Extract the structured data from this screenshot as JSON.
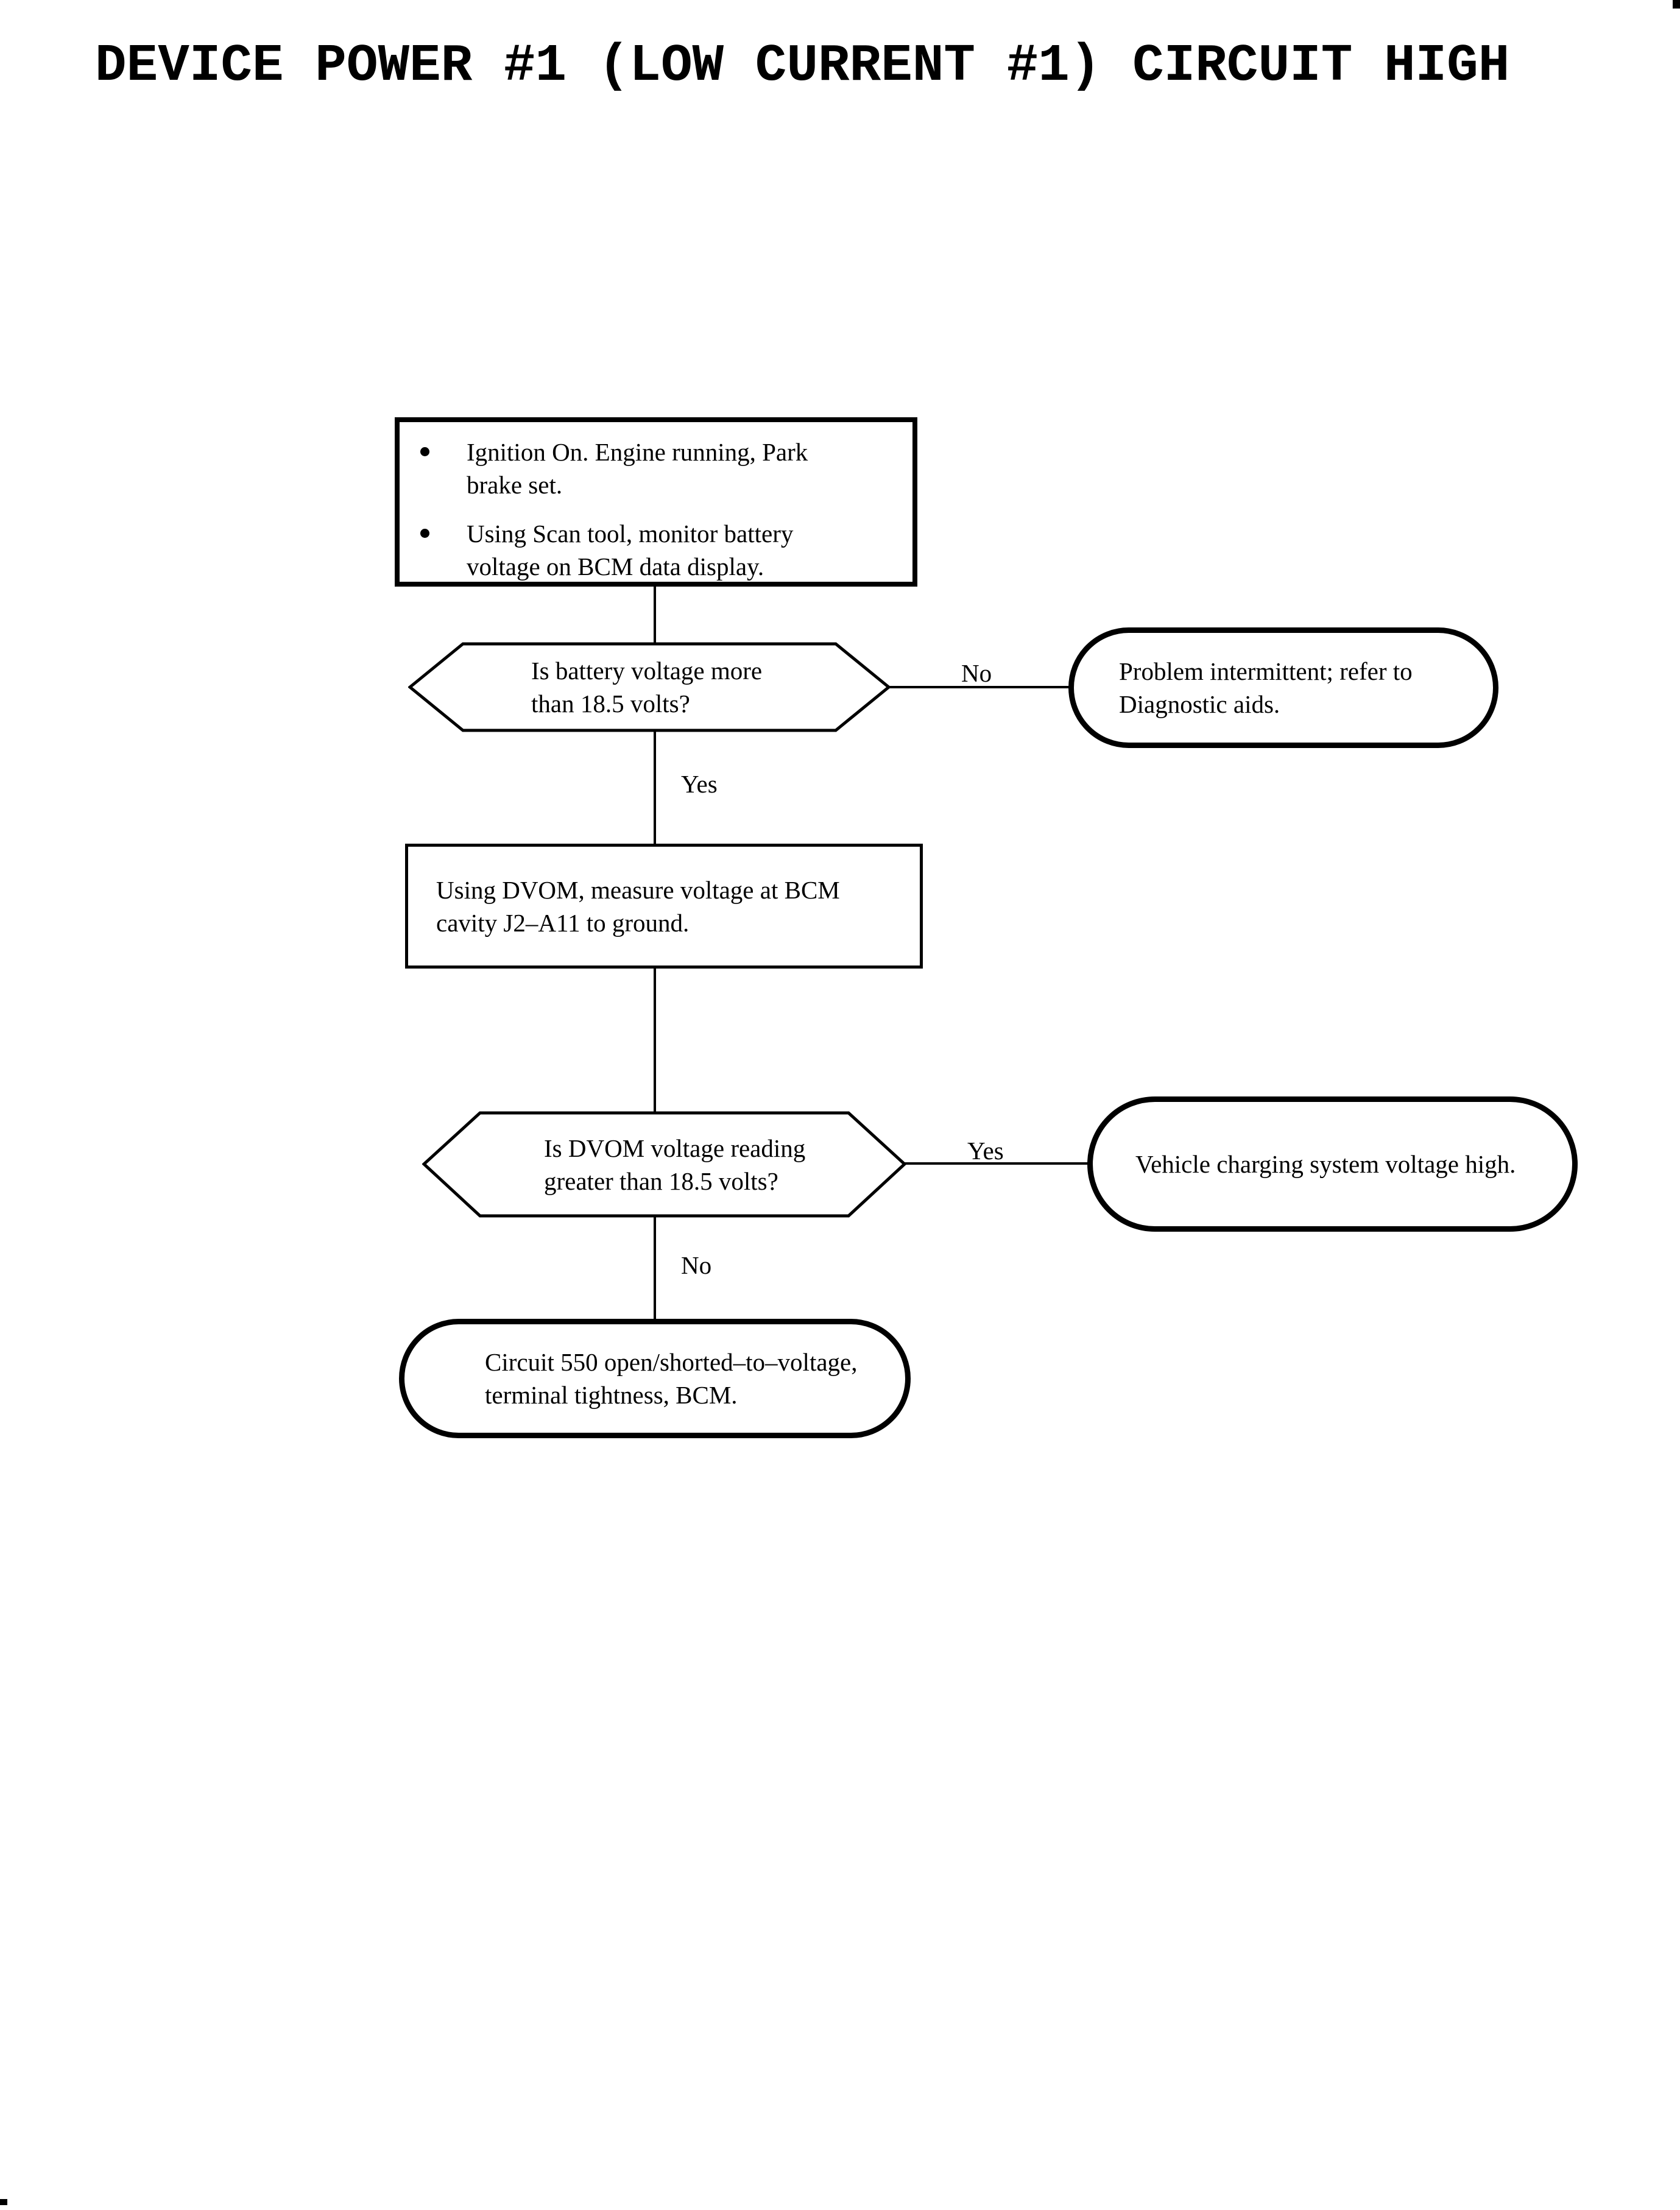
{
  "page": {
    "title": "DEVICE POWER #1 (LOW CURRENT #1) CIRCUIT HIGH"
  },
  "colors": {
    "ink": "#000000",
    "background": "#ffffff"
  },
  "flowchart": {
    "start_box": {
      "items": [
        {
          "lines": [
            "Ignition On. Engine running, Park",
            "brake set."
          ]
        },
        {
          "lines": [
            "Using Scan tool, monitor battery",
            "voltage on BCM data display."
          ]
        }
      ]
    },
    "decision_battery": {
      "lines": [
        "Is battery voltage more",
        "than 18.5 volts?"
      ],
      "no_label": "No",
      "yes_label": "Yes"
    },
    "terminal_intermittent": {
      "lines": [
        "Problem intermittent; refer to",
        "Diagnostic aids."
      ]
    },
    "action_measure": {
      "lines": [
        "Using DVOM, measure voltage at BCM",
        "cavity J2–A11 to ground."
      ]
    },
    "decision_dvom": {
      "lines": [
        "Is DVOM voltage reading",
        "greater than 18.5 volts?"
      ],
      "yes_label": "Yes",
      "no_label": "No"
    },
    "terminal_charging_high": {
      "lines": [
        "Vehicle charging system voltage high."
      ]
    },
    "terminal_circuit_550": {
      "lines": [
        "Circuit 550 open/shorted–to–voltage,",
        "terminal tightness, BCM."
      ]
    }
  }
}
